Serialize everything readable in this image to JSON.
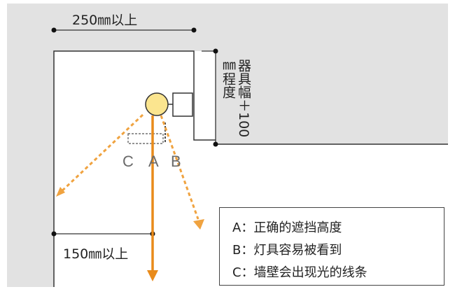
{
  "dimensions": {
    "top_width": "250㎜以上",
    "bottom_offset": "150㎜以上",
    "side_width": "器具幅＋100㎜程度"
  },
  "letters": {
    "c": "C",
    "a": "A",
    "b": "B"
  },
  "legend": {
    "a": "A：正确的遮挡高度",
    "b": "B：灯具容易被看到",
    "c": "C：墙壁会出现光的线条"
  },
  "colors": {
    "wall_gray": "#e2e2e2",
    "accent_orange": "#e98b1b",
    "dashed_orange": "#f0a340",
    "bulb_yellow": "#fbe58f"
  }
}
